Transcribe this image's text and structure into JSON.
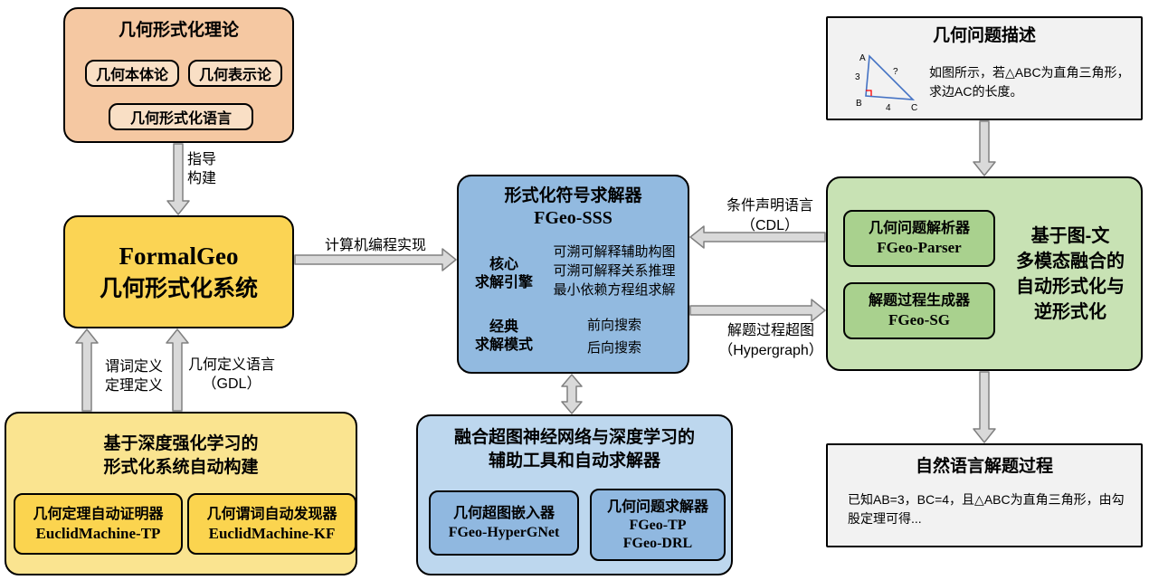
{
  "theory": {
    "title": "几何形式化理论",
    "item1": "几何本体论",
    "item2": "几何表示论",
    "item3": "几何形式化语言"
  },
  "formalgeo": {
    "line1": "FormalGeo",
    "line2": "几何形式化系统"
  },
  "drl": {
    "title1": "基于深度强化学习的",
    "title2": "形式化系统自动构建",
    "item1_name": "几何定理自动证明器",
    "item1_code": "EuclidMachine-TP",
    "item2_name": "几何谓词自动发现器",
    "item2_code": "EuclidMachine-KF"
  },
  "solver": {
    "title1": "形式化符号求解器",
    "title2": "FGeo-SSS",
    "core_label1": "核心",
    "core_label2": "求解引擎",
    "core_item1": "可溯可解释辅助构图",
    "core_item2": "可溯可解释关系推理",
    "core_item3": "最小依赖方程组求解",
    "mode_label1": "经典",
    "mode_label2": "求解模式",
    "mode_item1": "前向搜索",
    "mode_item2": "后向搜索"
  },
  "neural": {
    "title1": "融合超图神经网络与深度学习的",
    "title2": "辅助工具和自动求解器",
    "item1_name": "几何超图嵌入器",
    "item1_code": "FGeo-HyperGNet",
    "item2_name": "几何问题求解器",
    "item2_code1": "FGeo-TP",
    "item2_code2": "FGeo-DRL"
  },
  "problem": {
    "title": "几何问题描述",
    "description": "如图所示，若△ABC为直角三角形，求边AC的长度。",
    "figure": {
      "A": "A",
      "B": "B",
      "C": "C",
      "side_ab": "3",
      "side_bc": "4",
      "side_ac": "?"
    }
  },
  "multimodal": {
    "title1": "基于图-文",
    "title2": "多模态融合的",
    "title3": "自动形式化与",
    "title4": "逆形式化",
    "item1_name": "几何问题解析器",
    "item1_code": "FGeo-Parser",
    "item2_name": "解题过程生成器",
    "item2_code": "FGeo-SG"
  },
  "solution": {
    "title": "自然语言解题过程",
    "description": "已知AB=3，BC=4，且△ABC为直角三角形，由勾股定理可得..."
  },
  "labels": {
    "guide1": "指导",
    "guide2": "构建",
    "impl": "计算机编程实现",
    "pred_def1": "谓词定义",
    "pred_def2": "定理定义",
    "gdl1": "几何定义语言",
    "gdl2": "（GDL）",
    "cdl1": "条件声明语言",
    "cdl2": "（CDL）",
    "hyper1": "解题过程超图",
    "hyper2": "（Hypergraph）"
  },
  "colors": {
    "theory_fill": "#F5C8A2",
    "theory_inner": "#F9DFC5",
    "formalgeo_fill": "#FBD454",
    "drl_fill": "#FAE490",
    "drl_inner": "#FBD44F",
    "solver_fill": "#92BAE0",
    "neural_fill": "#BDD7EE",
    "neural_inner": "#90B8E0",
    "multimodal_fill": "#C8E2B4",
    "multimodal_inner": "#A9D18E",
    "io_fill": "#F2F2F2",
    "arrow_fill": "#D9D9D9",
    "arrow_stroke": "#808080",
    "triangle_stroke": "#4472C4",
    "right_angle_marker": "#FF0000"
  }
}
